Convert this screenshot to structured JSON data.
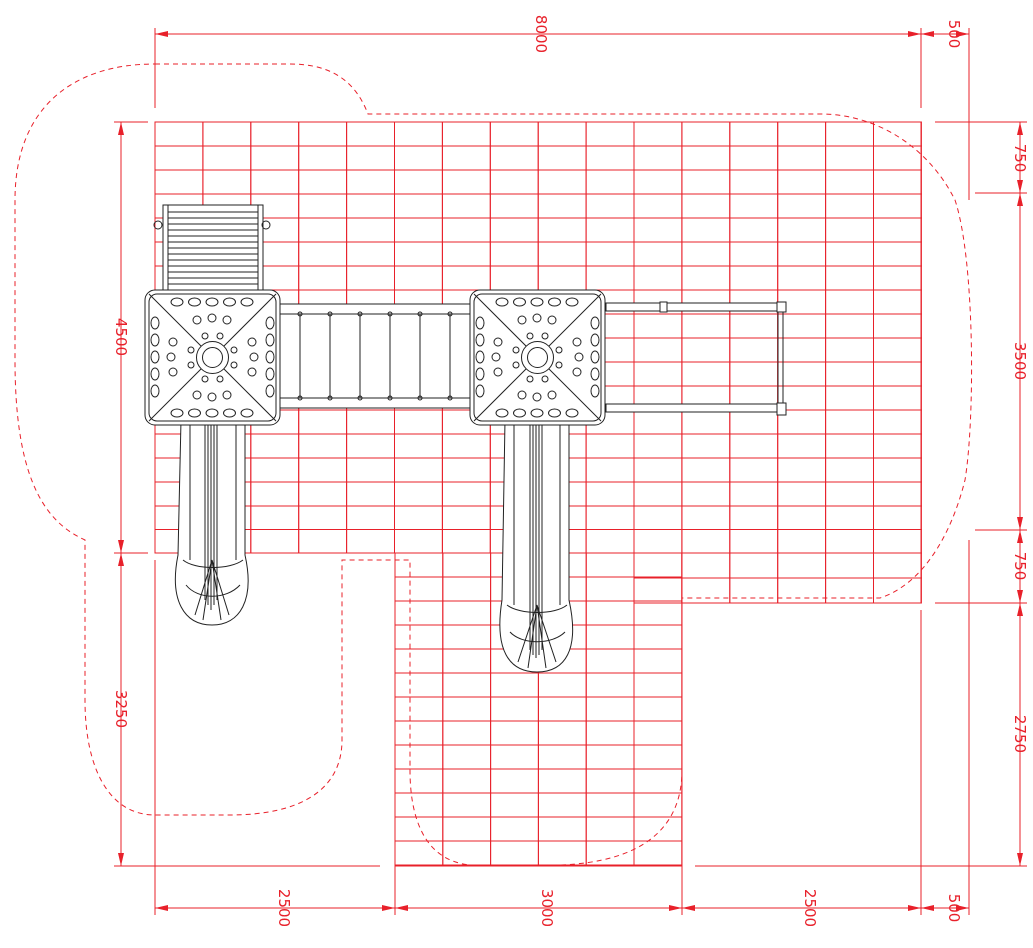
{
  "dimensions": {
    "top_total": "8000",
    "top_margin": "500",
    "bottom_left": "2500",
    "bottom_center": "3000",
    "bottom_right": "2500",
    "bottom_margin": "500",
    "left_upper": "4500",
    "left_lower": "3250",
    "right_top": "750",
    "right_middle": "3500",
    "right_lower_gap": "750",
    "right_bottom": "2750"
  },
  "colors": {
    "dimension_lines": "#e8202a",
    "paving": "#e8202a",
    "equipment": "#222222"
  }
}
